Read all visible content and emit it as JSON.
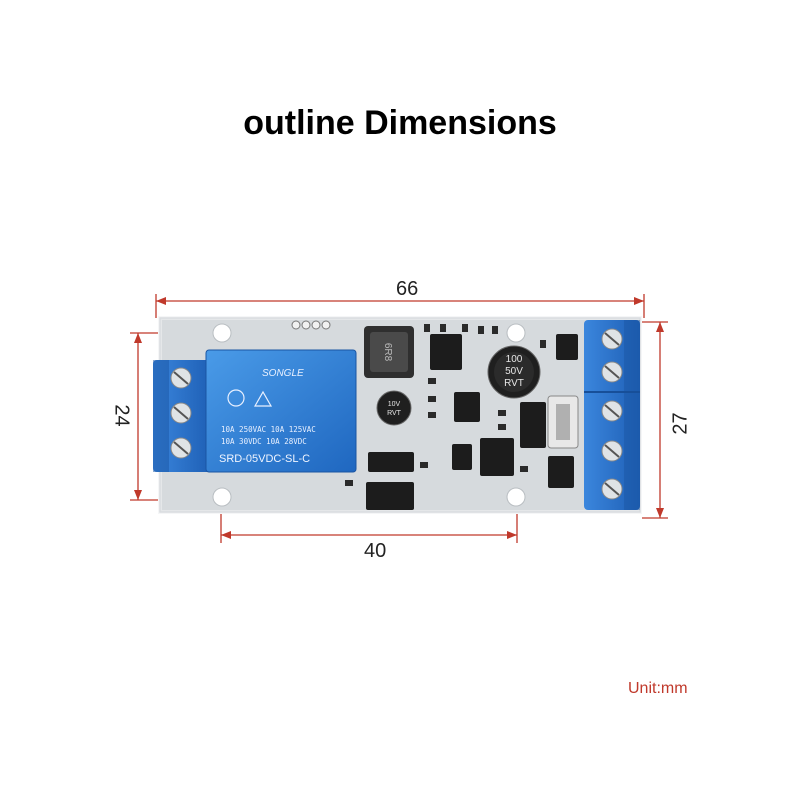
{
  "title": "outline Dimensions",
  "dimensions": {
    "length": "66",
    "pcb_height": "24",
    "terminal_height": "27",
    "hole_spacing": "40"
  },
  "unit_label": "Unit:mm",
  "board_markings": {
    "relay_brand": "SONGLE",
    "relay_rating1": "10A 250VAC  10A 125VAC",
    "relay_rating2": "10A 30VDC  10A 28VDC",
    "relay_model": "SRD-05VDC-SL-C",
    "inductor": "6R8",
    "cap_large_1": "100",
    "cap_large_2": "50V",
    "cap_large_3": "RVT",
    "cap_small_1": "10V",
    "cap_small_2": "RVT"
  },
  "colors": {
    "dimension": "#c0392b",
    "pcb": "#d9dde0",
    "relay": "#2f7fd6",
    "terminal": "#2b6fc8"
  }
}
